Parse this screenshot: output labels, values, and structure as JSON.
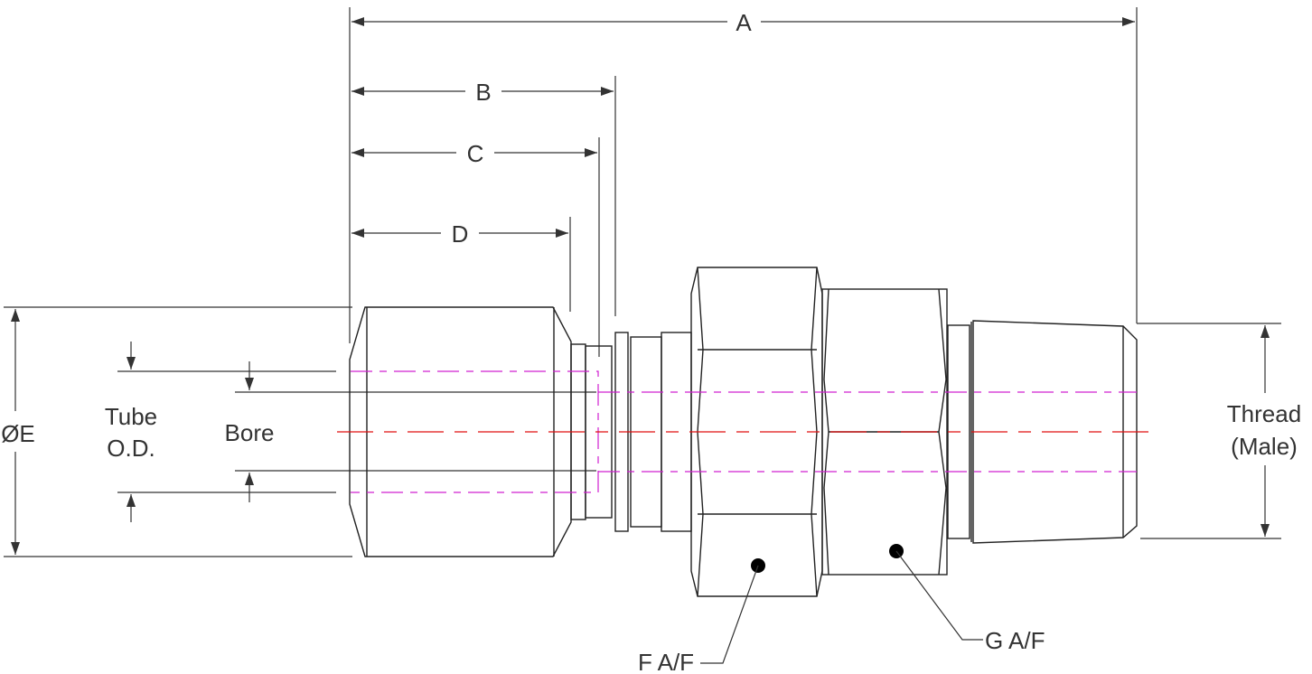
{
  "dimensions": {
    "a": "A",
    "b": "B",
    "c": "C",
    "d": "D",
    "e": "ØE",
    "tube_od_line1": "Tube",
    "tube_od_line2": "O.D.",
    "bore": "Bore",
    "thread_line1": "Thread",
    "thread_line2": "(Male)",
    "f_af": "F A/F",
    "g_af": "G A/F"
  }
}
